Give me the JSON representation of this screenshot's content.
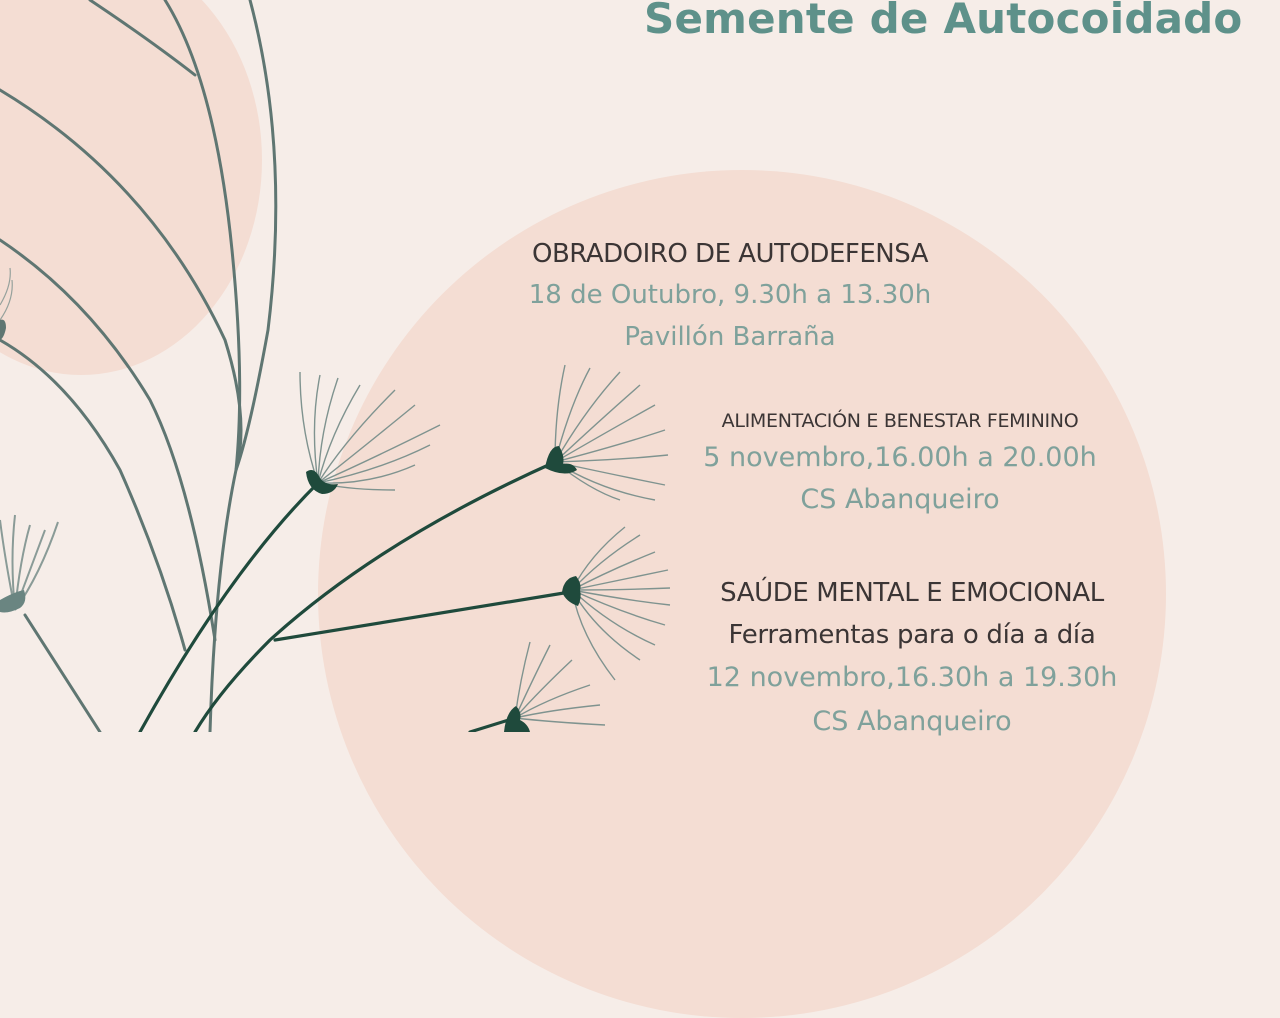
{
  "poster": {
    "title": "Semente de Autocoidado",
    "colors": {
      "background": "#f6ede8",
      "circle": "#f4ddd3",
      "title": "#5e918a",
      "heading_text": "#3b3535",
      "info_text": "#7fa19b",
      "stem_dark": "#1f4a3c",
      "stem_grey": "#5f7672"
    },
    "events": [
      {
        "title": "OBRADOIRO DE AUTODEFENSA",
        "date": "18 de Outubro, 9.30h a 13.30h",
        "place": "Pavillón Barraña"
      },
      {
        "title": "ALIMENTACIÓN E BENESTAR FEMININO",
        "date": "5 novembro,16.00h a 20.00h",
        "place": "CS Abanqueiro"
      },
      {
        "title": "SAÚDE MENTAL E EMOCIONAL",
        "subtitle": "Ferramentas para o día a día",
        "date": "12 novembro,16.30h a 19.30h",
        "place": "CS Abanqueiro"
      }
    ],
    "decorations": [
      "dandelion-seed-icon",
      "plant-stem-illustration",
      "pink-circle-shape"
    ]
  }
}
